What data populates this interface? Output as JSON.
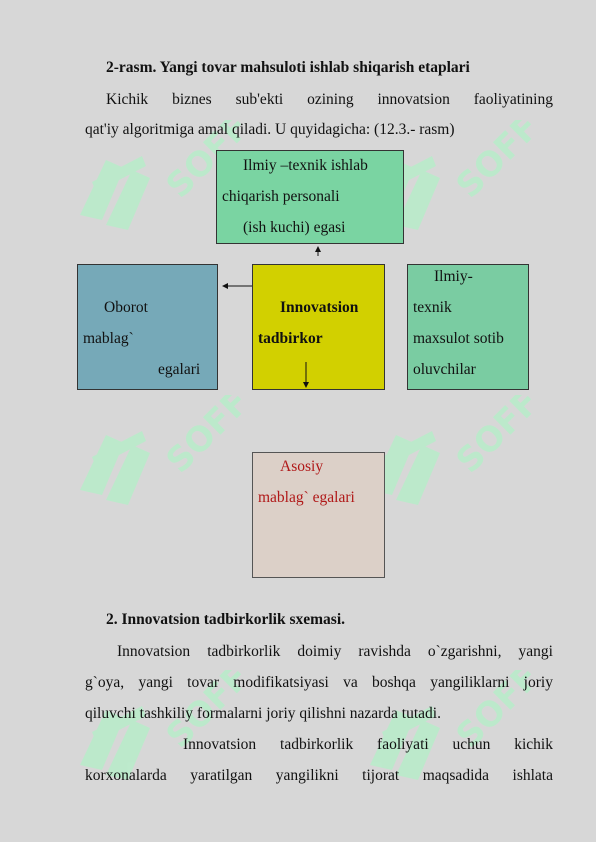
{
  "heading": "2-rasm. Yangi tovar mahsuloti ishlab shiqarish etaplari",
  "intro": {
    "line1_words": [
      "Kichik",
      "biznes",
      "sub'ekti",
      "ozining",
      "innovatsion",
      "faoliyatining"
    ],
    "line2": "qat'iy algoritmiga amal qiladi. U quyidagicha: (12.3.-   rasm)"
  },
  "diagram": {
    "top": [
      "Ilmiy  –texnik  ishlab",
      "chiqarish personali",
      "(ish kuchi) egasi"
    ],
    "left": [
      "Oborot",
      "mablag`",
      "egalari"
    ],
    "center": [
      "Innovatsion",
      "tadbirkor"
    ],
    "right": [
      "Ilmiy-",
      "texnik",
      "maxsulot  sotib",
      "oluvchilar"
    ],
    "bottom": [
      "Asosiy",
      "mablag` egalari"
    ]
  },
  "section_title": "2. Innovatsion tadbirkorlik sxemasi.",
  "para1": {
    "line1_words": [
      "Innovatsion",
      "tadbirkorlik",
      "doimiy",
      "ravishda",
      "o`zgarishni,",
      "yangi"
    ],
    "line2_words": [
      "g`oya,",
      "yangi",
      "tovar",
      "modifikatsiyasi",
      "va",
      "boshqa",
      "yangiliklarni",
      "joriy"
    ],
    "line3": "qiluvchi tashkiliy formalarni joriy qilishni nazarda tutadi."
  },
  "para2": {
    "line1_words": [
      "Innovatsion",
      "tadbirkorlik",
      "faoliyati",
      "uchun",
      "kichik"
    ],
    "line2_words": [
      "korxonalarda",
      "yaratilgan",
      "yangilikni",
      "tijorat",
      "maqsadida",
      "ishlata"
    ]
  },
  "colors": {
    "top_box": "#7ad4a2",
    "left_box": "#76a9b8",
    "center_box": "#d2d000",
    "right_box": "#7acca2",
    "bottom_text": "#b01818",
    "watermark": "#b4f0c8"
  },
  "watermark_icon": "soff-logo-watermark"
}
